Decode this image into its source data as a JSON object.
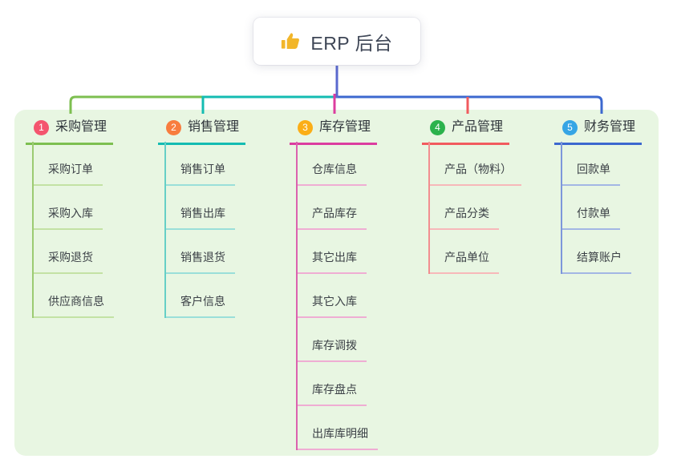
{
  "root": {
    "title": "ERP 后台",
    "icon": "thumbs-up",
    "icon_color": "#f2b62a",
    "stem_color": "#5a69cf"
  },
  "panel": {
    "background": "#e8f6e2"
  },
  "branches": [
    {
      "number": "1",
      "title": "采购管理",
      "badge_color": "#f4556e",
      "line_color": "#7dbf50",
      "child_line_vertical": "#9ccb72",
      "child_line_horizontal": "#c3e2a4",
      "children": [
        "采购订单",
        "采购入库",
        "采购退货",
        "供应商信息"
      ]
    },
    {
      "number": "2",
      "title": "销售管理",
      "badge_color": "#f87d3e",
      "line_color": "#14bcb2",
      "child_line_vertical": "#66cfc6",
      "child_line_horizontal": "#9adfd9",
      "children": [
        "销售订单",
        "销售出库",
        "销售退货",
        "客户信息"
      ]
    },
    {
      "number": "3",
      "title": "库存管理",
      "badge_color": "#fbae17",
      "line_color": "#dc3d9f",
      "child_line_vertical": "#db62ae",
      "child_line_horizontal": "#efadd3",
      "children": [
        "仓库信息",
        "产品库存",
        "其它出库",
        "其它入库",
        "库存调拨",
        "库存盘点",
        "出库库明细"
      ]
    },
    {
      "number": "4",
      "title": "产品管理",
      "badge_color": "#2bb24c",
      "line_color": "#f15b5e",
      "child_line_vertical": "#f28e90",
      "child_line_horizontal": "#f7b8b9",
      "children": [
        "产品（物料）",
        "产品分类",
        "产品单位"
      ]
    },
    {
      "number": "5",
      "title": "财务管理",
      "badge_color": "#36a5e5",
      "line_color": "#3c68cf",
      "child_line_vertical": "#7d97db",
      "child_line_horizontal": "#a3b6e4",
      "children": [
        "回款单",
        "付款单",
        "结算账户"
      ]
    }
  ]
}
